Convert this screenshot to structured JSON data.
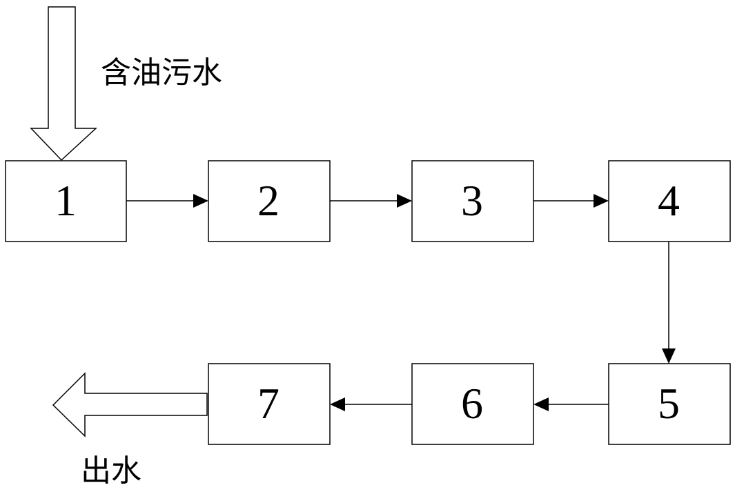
{
  "input_label": "含油污水",
  "output_label": "出水",
  "units": [
    "1",
    "2",
    "3",
    "4",
    "5",
    "6",
    "7"
  ]
}
